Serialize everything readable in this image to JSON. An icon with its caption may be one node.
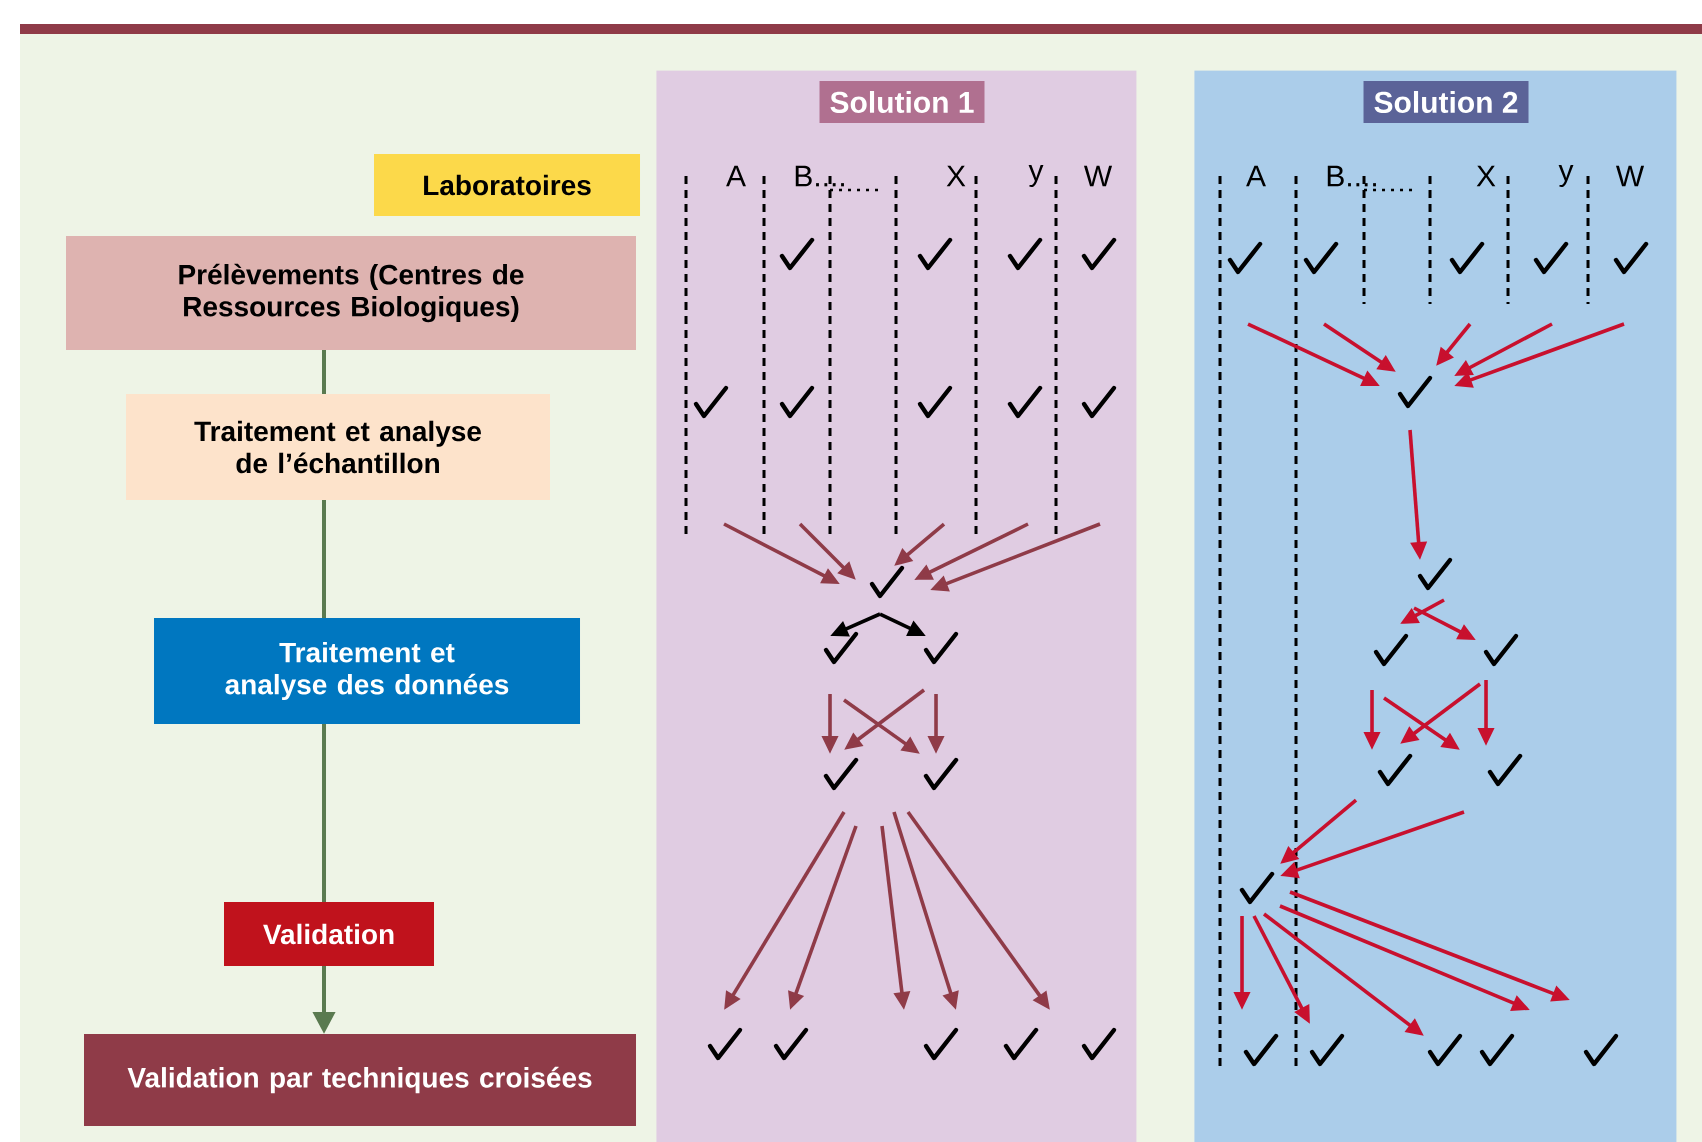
{
  "diagram": {
    "nodes": [
      {
        "text": [
          "Laboratoires"
        ]
      },
      {
        "text": [
          "Prélèvements (Centres de Ressources Biologiques)"
        ]
      },
      {
        "text": [
          "Traitement et analyse de l’échantillon"
        ]
      },
      {
        "text": [
          "Traitement et analyse des données"
        ]
      },
      {
        "text": [
          "Validation"
        ]
      },
      {
        "text": [
          "Validation par techniques croisées"
        ]
      },
      {
        "text": [
          "Solution 1"
        ]
      },
      {
        "text": [
          "Solution 2"
        ]
      }
    ],
    "edges": [
      {
        "from": 1,
        "to": 2,
        "arrow": "none"
      },
      {
        "from": 2,
        "to": 3,
        "arrow": "none"
      },
      {
        "from": 3,
        "to": 4,
        "arrow": "none"
      },
      {
        "from": 4,
        "to": 5,
        "arrow": "to"
      }
    ],
    "labels": [
      "A",
      "B....",
      "X",
      "y",
      "W",
      "A",
      "B....",
      "X",
      "y",
      "W"
    ]
  }
}
